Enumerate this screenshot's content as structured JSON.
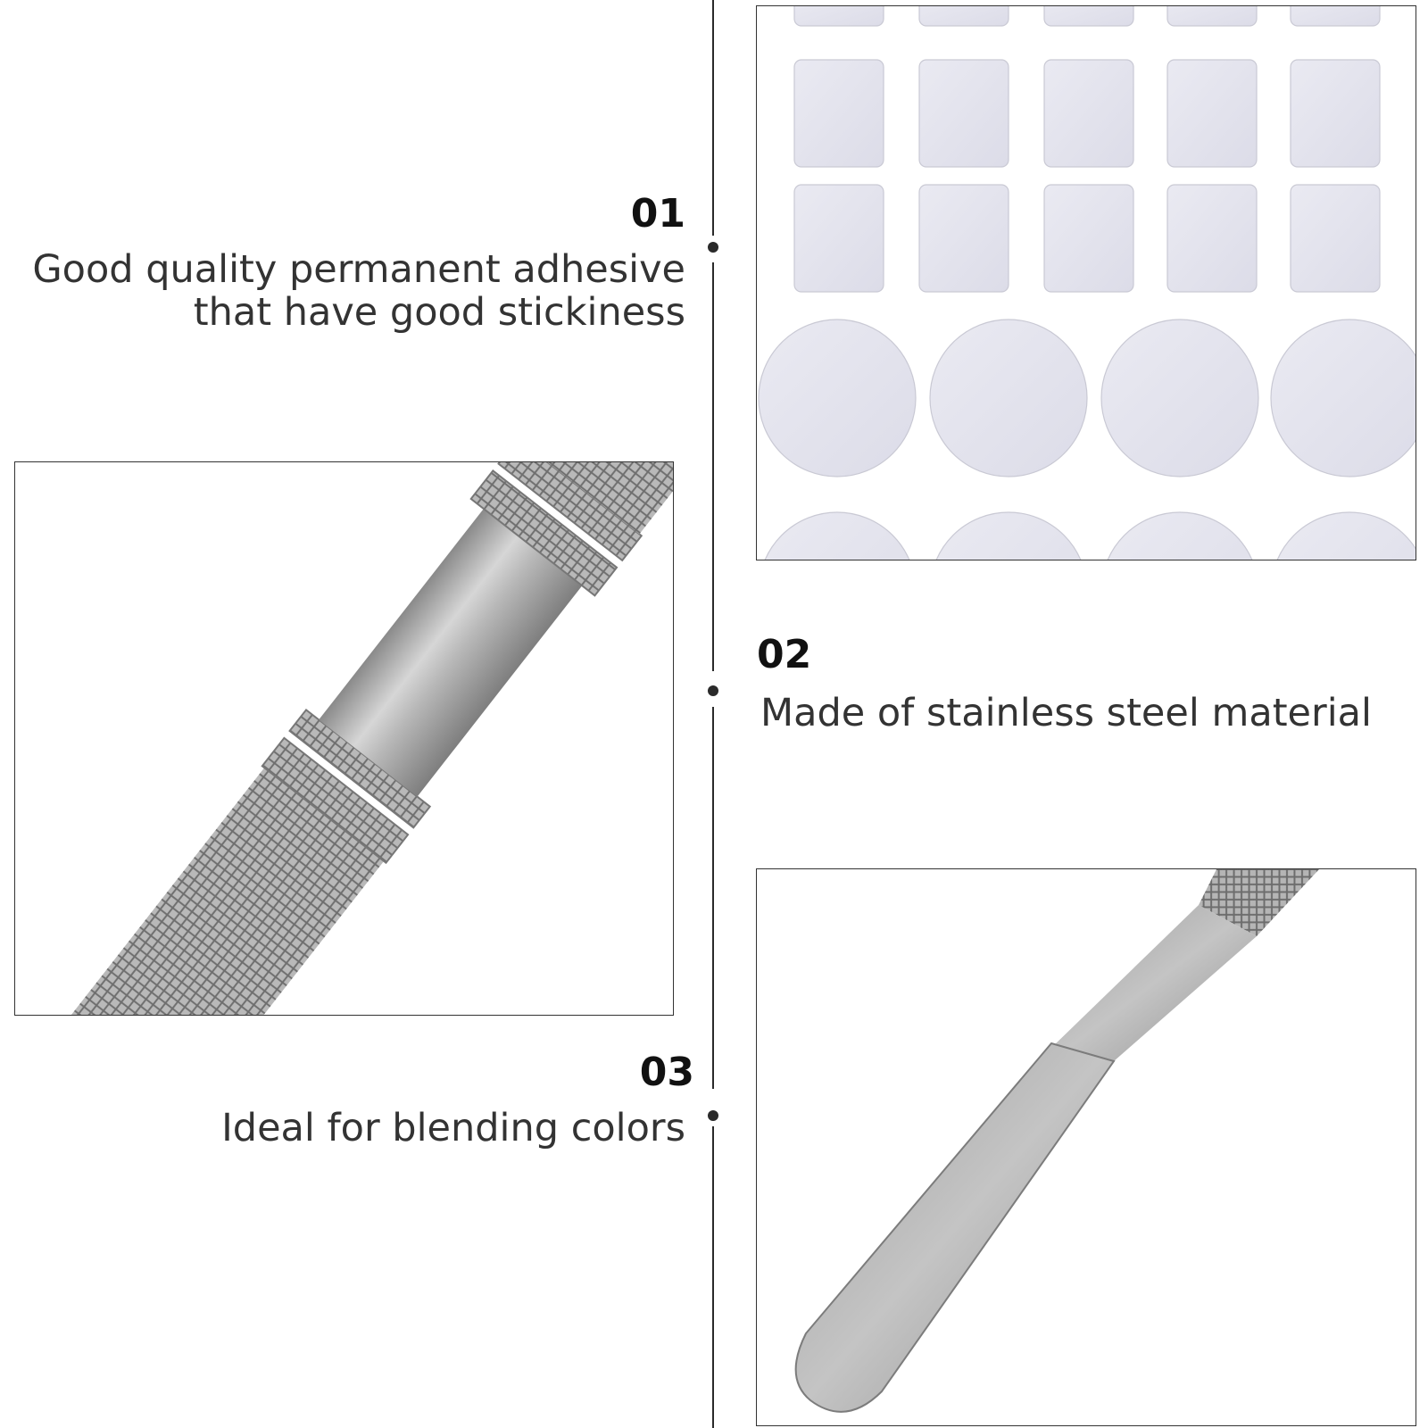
{
  "features": [
    {
      "number": "01",
      "lines": [
        "Good quality permanent adhesive",
        "that have good stickiness"
      ]
    },
    {
      "number": "02",
      "lines": [
        "Made of stainless steel material"
      ]
    },
    {
      "number": "03",
      "lines": [
        "Ideal for blending colors"
      ]
    }
  ],
  "images": {
    "stickers": "sticker-sheet-photo",
    "handle": "knurled-handle-photo",
    "spatula": "spatula-tip-photo"
  },
  "colors": {
    "line": "#2a2a2a",
    "sticker": "#e3e3ee",
    "steel": "#b5b5b5"
  }
}
